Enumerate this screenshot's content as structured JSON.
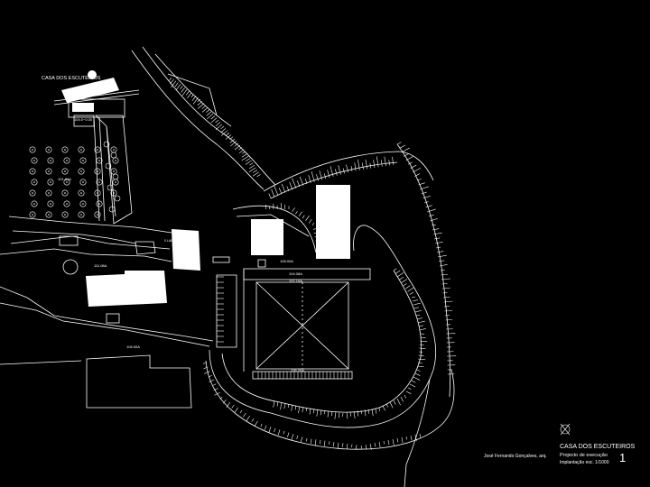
{
  "drawing": {
    "top_label": "CASA DOS ESCUTEIROS",
    "level_labels": {
      "top_terrace": "104.0~0.00",
      "orchard": "101.84A",
      "lower_building": "111.08A",
      "square_block": "108.00A",
      "hall_top": "104.08A",
      "hall_sub": "107.10A",
      "hall_bottom": "106.20A",
      "road": "106.00A",
      "small_note": "0 LAB"
    }
  },
  "title_block": {
    "title": "CASA DOS ESCUTEIROS",
    "subtitle": "Projecto de execução",
    "scale": "Implantação esc. 1/1000",
    "sheet_number": "1",
    "author": "José Fernando Gonçalves, arq.",
    "north_symbol": "north-arrow-icon"
  },
  "colors": {
    "background": "#000000",
    "line": "#ffffff"
  }
}
